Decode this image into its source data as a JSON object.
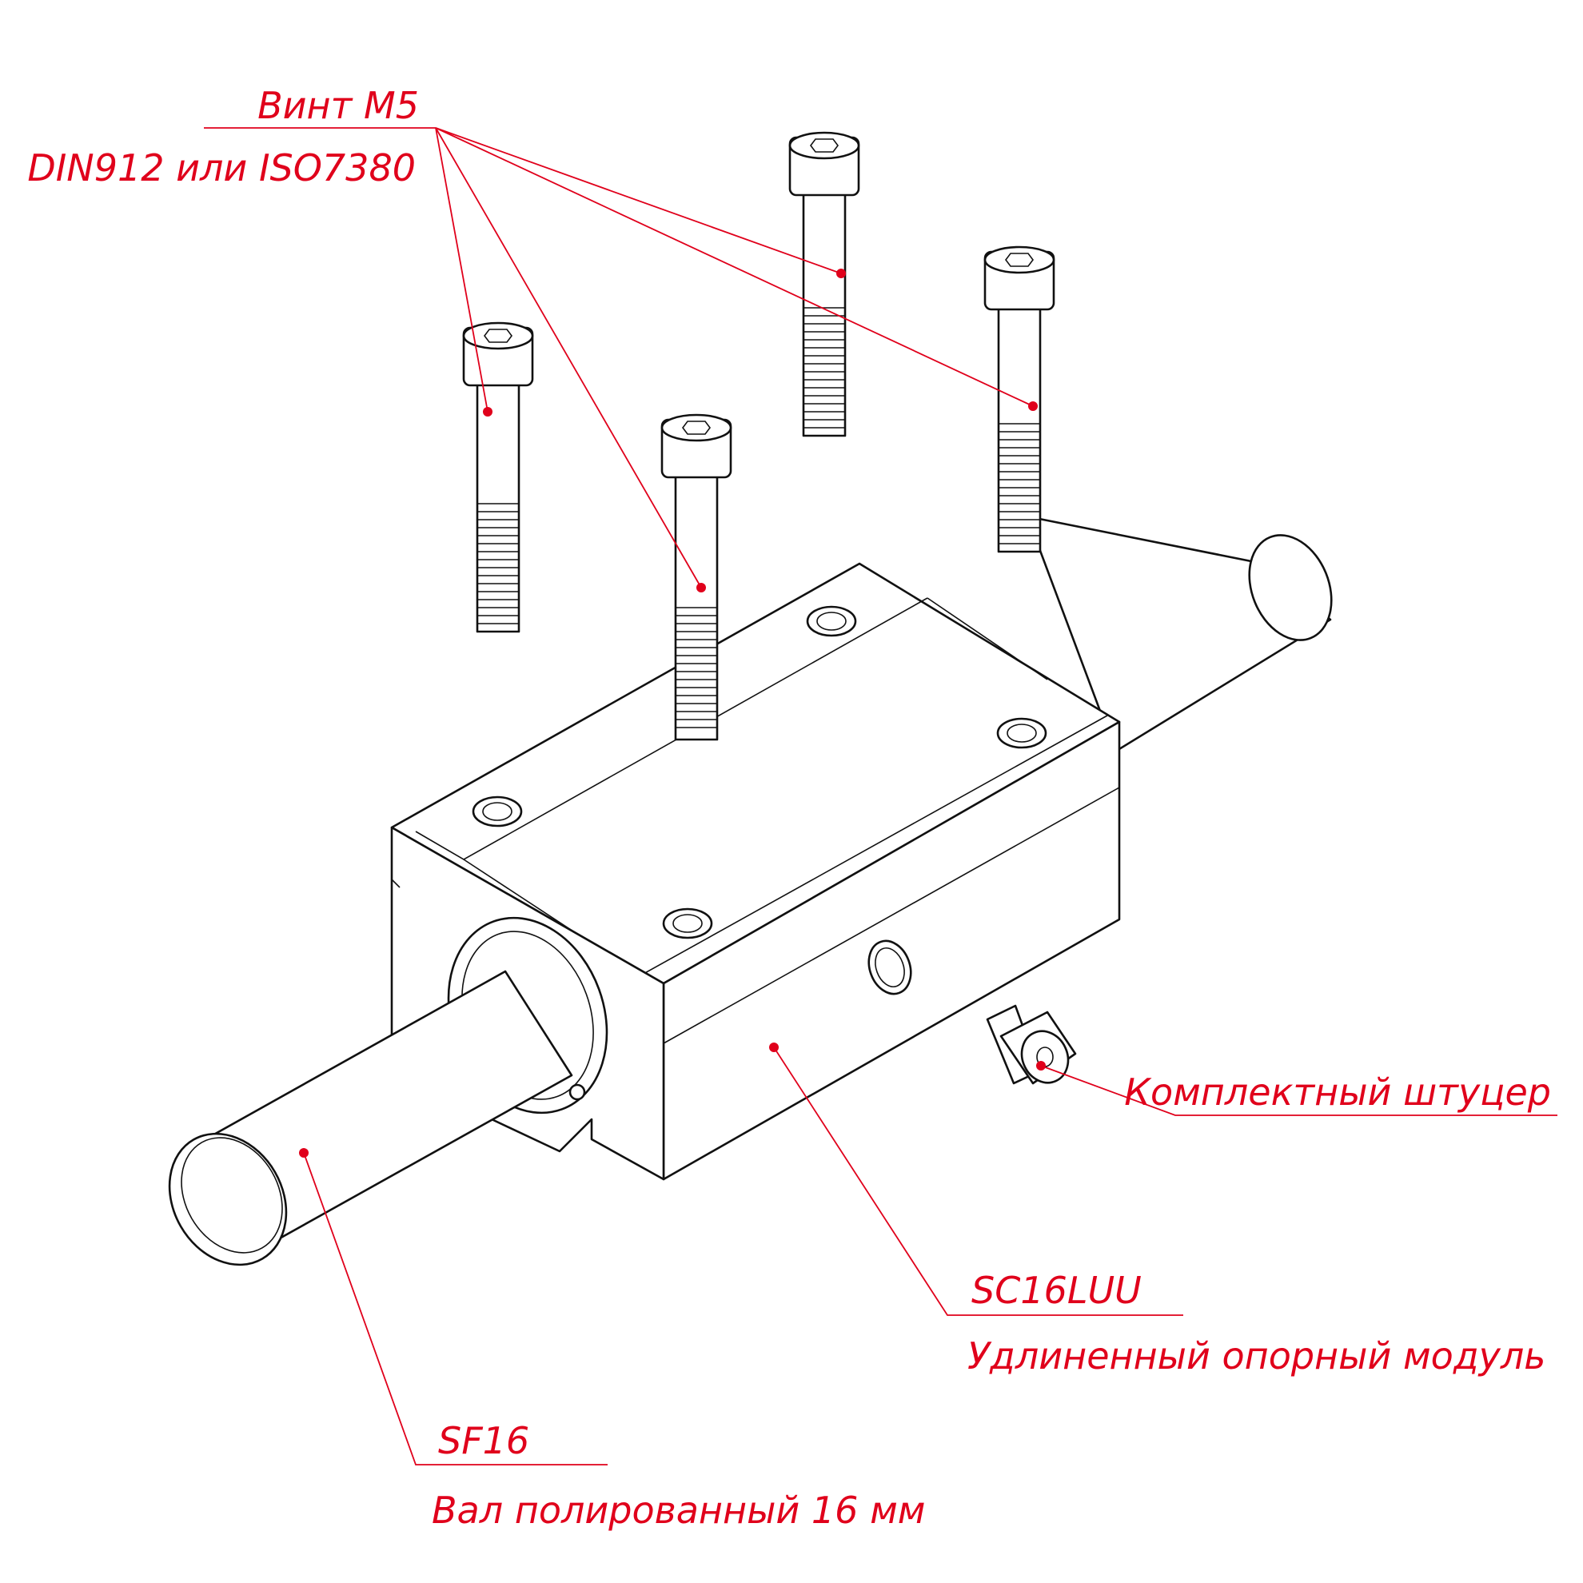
{
  "labels": {
    "screw_title": "Винт М5",
    "screw_spec": "DIN912 или ISO7380",
    "fitting": "Комплектный штуцер",
    "module_code": "SC16LUU",
    "module_name": "Удлиненный опорный модуль",
    "shaft_code": "SF16",
    "shaft_name": "Вал полированный 16 мм"
  },
  "colors": {
    "annotation": "#e0001b",
    "outline": "#111111",
    "background": "#ffffff"
  },
  "icons": {
    "screw_head_socket": "hex-socket-icon"
  }
}
